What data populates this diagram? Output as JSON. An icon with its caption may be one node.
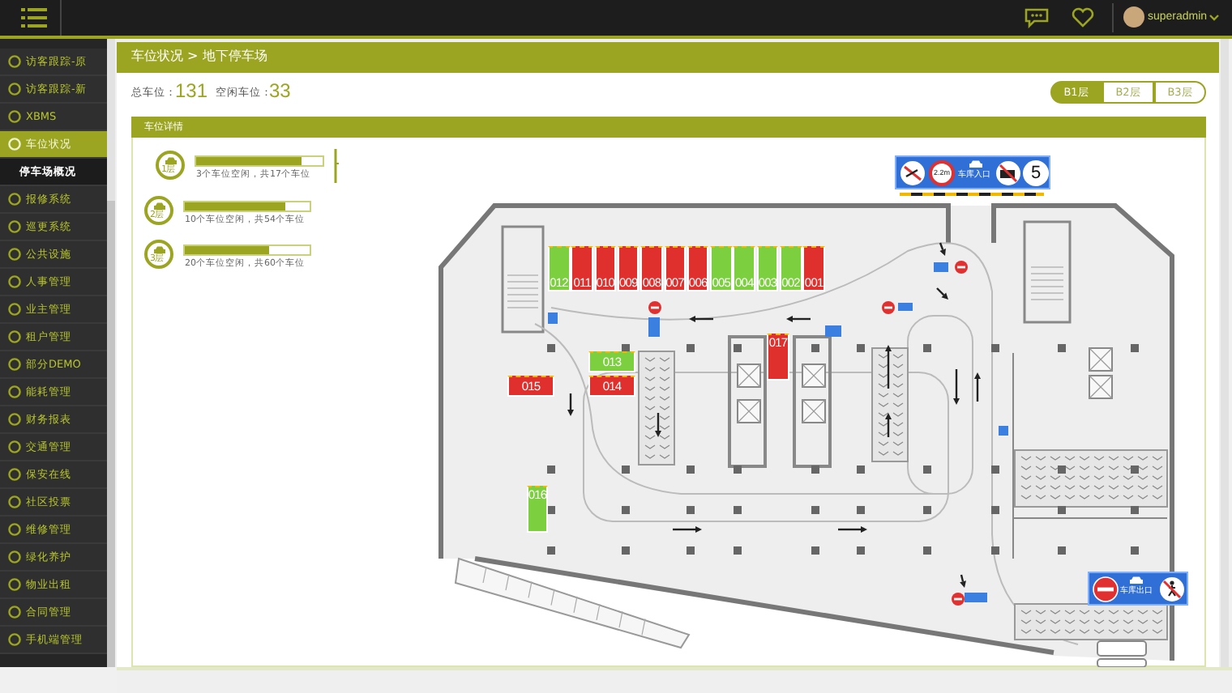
{
  "diagram": {
    "nodes": [
      {
        "text": [
          "012"
        ]
      },
      {
        "text": [
          "011"
        ]
      },
      {
        "text": [
          "010"
        ]
      },
      {
        "text": [
          "009"
        ]
      },
      {
        "text": [
          "008"
        ]
      },
      {
        "text": [
          "007"
        ]
      },
      {
        "text": [
          "006"
        ]
      },
      {
        "text": [
          "005"
        ]
      },
      {
        "text": [
          "004"
        ]
      },
      {
        "text": [
          "003"
        ]
      },
      {
        "text": [
          "002"
        ]
      },
      {
        "text": [
          "001"
        ]
      },
      {
        "text": [
          "013"
        ]
      },
      {
        "text": [
          "014"
        ]
      },
      {
        "text": [
          "015"
        ]
      },
      {
        "text": [
          "017"
        ]
      },
      {
        "text": [
          "016"
        ]
      },
      {
        "text": [
          "2.2m",
          "车库入口",
          "5"
        ]
      },
      {
        "text": [
          "车库出口"
        ]
      }
    ],
    "labels": [
      "superadmin",
      "访客跟踪-原",
      "访客跟踪-新",
      "XBMS",
      "车位状况",
      "停车场概况",
      "报修系统",
      "巡更系统",
      "公共设施",
      "人事管理",
      "业主管理",
      "租户管理",
      "部分DEMO",
      "能耗管理",
      "财务报表",
      "交通管理",
      "保安在线",
      "社区投票",
      "维修管理",
      "绿化养护",
      "物业出租",
      "合同管理",
      "手机端管理",
      "车位状况 > 地下停车场",
      "总车位：",
      "131",
      "空闲车位：",
      "33",
      "B1层",
      "B2层",
      "B3层",
      "车位详情",
      "1层",
      "3个车位空闲，共17个车位",
      "2层",
      "10个车位空闲，共54个车位",
      "3层",
      "20个车位空闲，共60个车位"
    ]
  }
}
